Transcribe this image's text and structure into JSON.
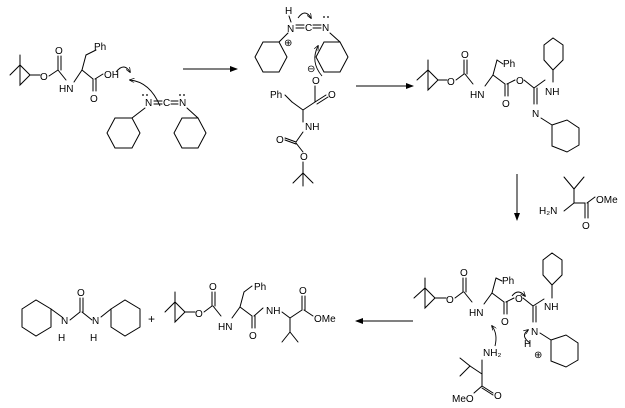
{
  "labels": {
    "ph": "Ph",
    "o": "O",
    "oh": "OH",
    "h": "H",
    "hn": "HN",
    "nh": "NH",
    "n": "N",
    "c": "C",
    "h2n": "H₂N",
    "nh2": "NH₂",
    "ome": "OMe",
    "meo": "MeO",
    "plus_sign": "+",
    "plus_charge": "⊕",
    "minus_charge": "⊖"
  }
}
